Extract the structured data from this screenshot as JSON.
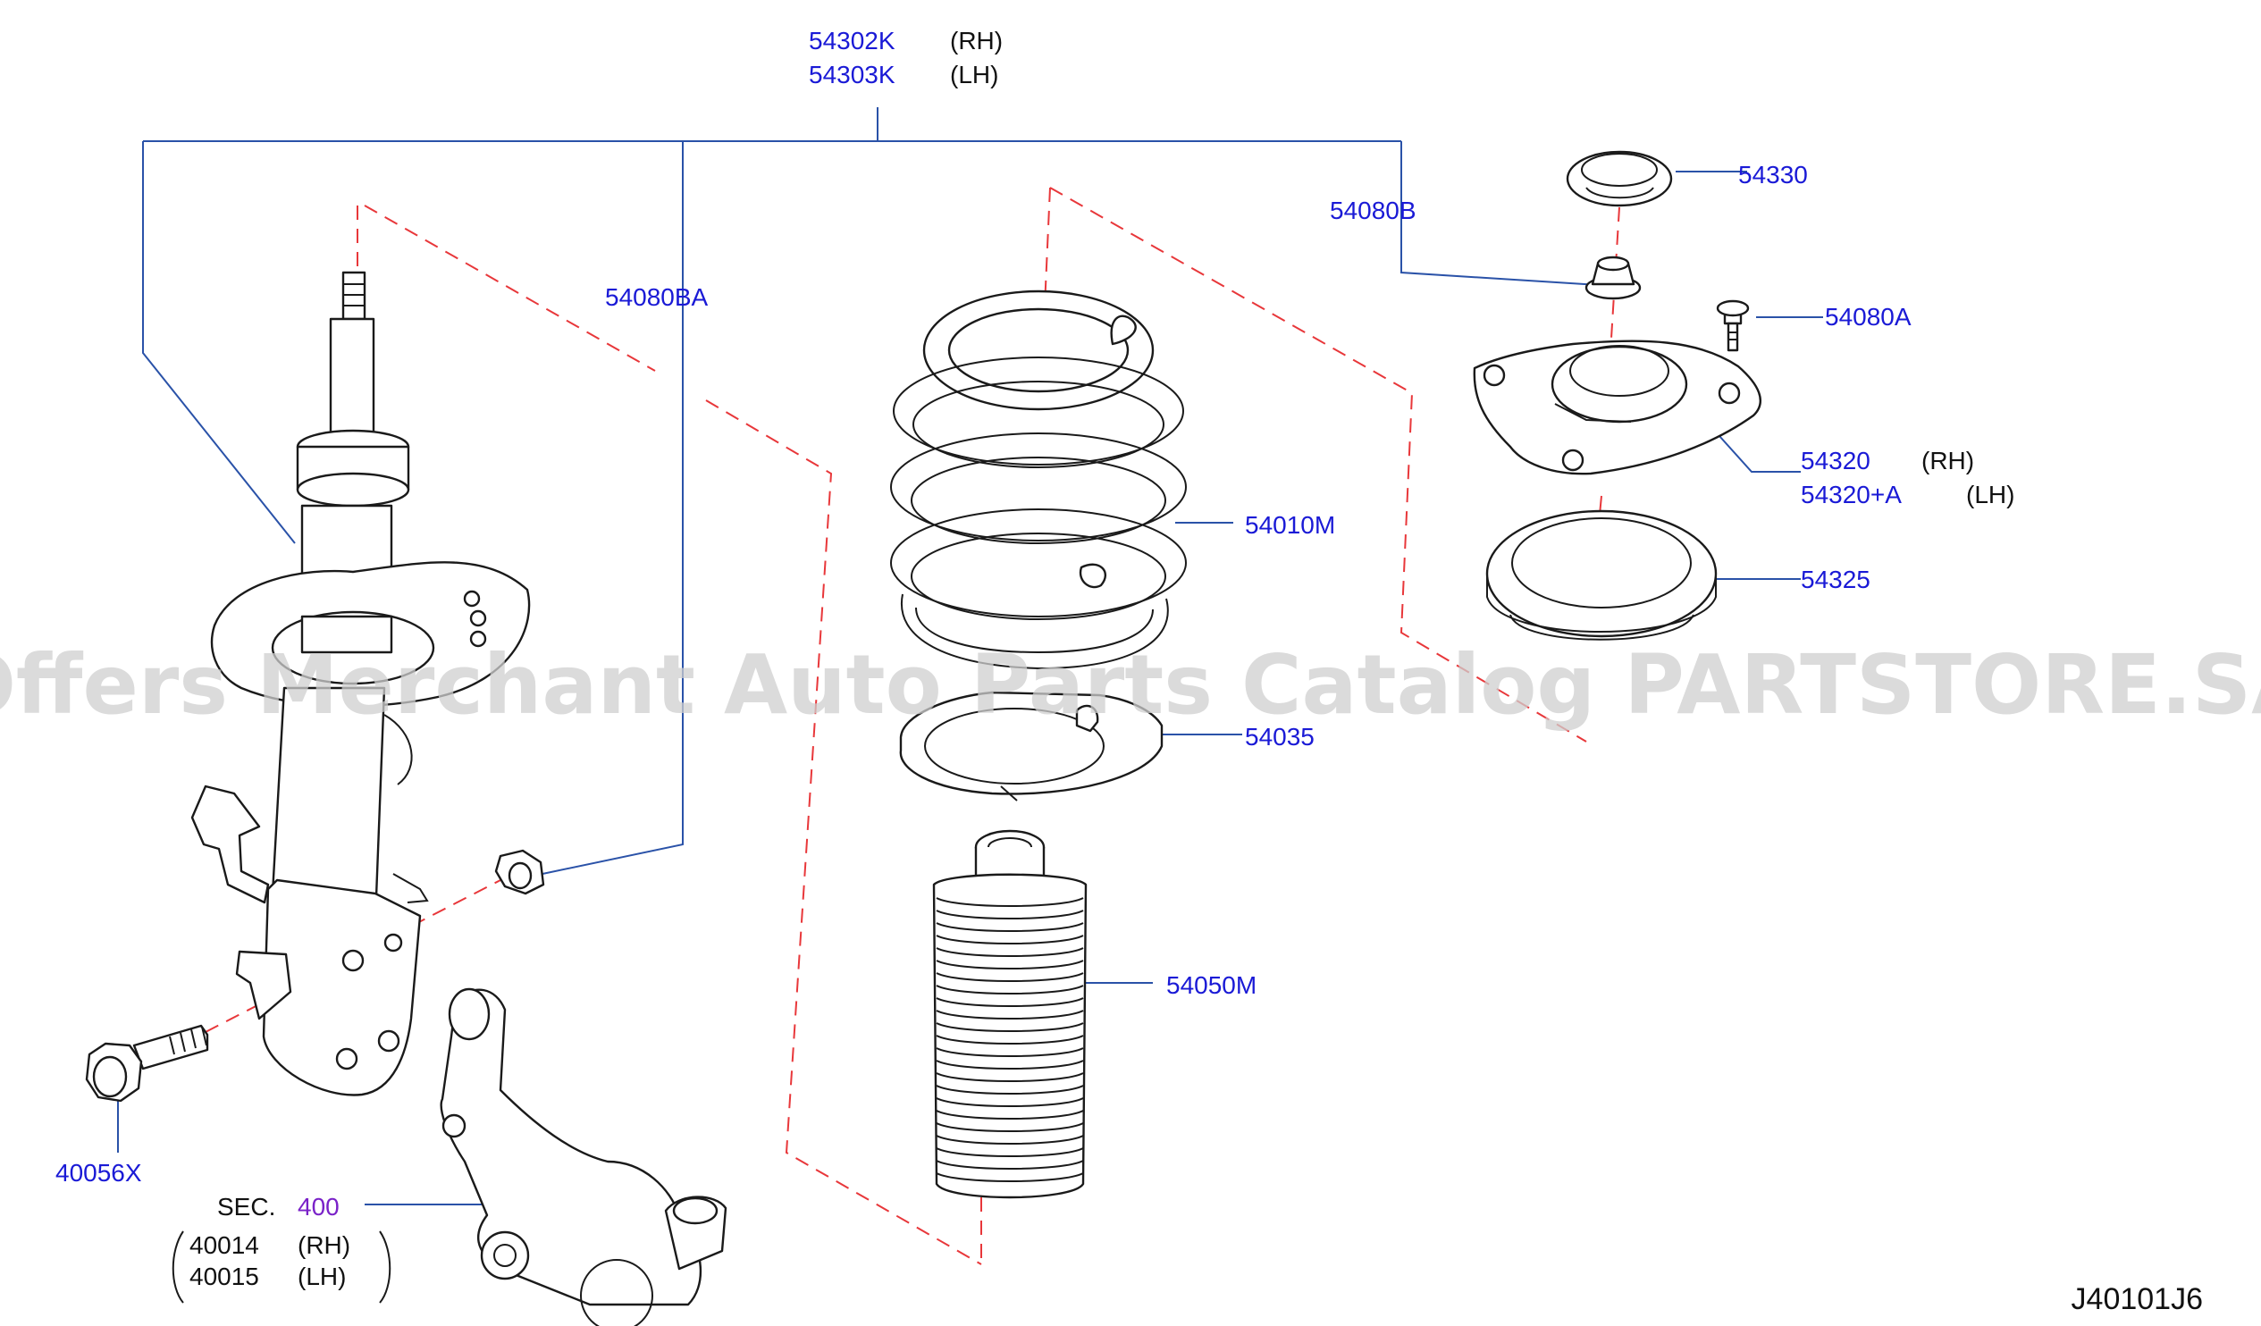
{
  "labels": {
    "strut_rh": "54302K",
    "strut_lh": "54303K",
    "rh": "(RH)",
    "lh": "(LH)",
    "nut_ba": "54080BA",
    "nut_b": "54080B",
    "bolt_a": "54080A",
    "cap": "54330",
    "mount_rh": "54320",
    "mount_lh": "54320+A",
    "bearing": "54325",
    "spring": "54010M",
    "seat": "54035",
    "boot": "54050M",
    "bolt": "40056X",
    "sec_prefix": "SEC.",
    "sec_number": "400",
    "knuckle_rh": "40014",
    "knuckle_lh": "40015",
    "drawing_code": "J40101J6"
  },
  "watermark": "Offers Merchant Auto Parts Catalog PARTSTORE.SA",
  "colors": {
    "part_number": "#1a1ad6",
    "leader_line": "#2a52a8",
    "dashed_axis": "#e8373a",
    "section_ref": "#7a22c8",
    "watermark": "#cfcfcf"
  }
}
